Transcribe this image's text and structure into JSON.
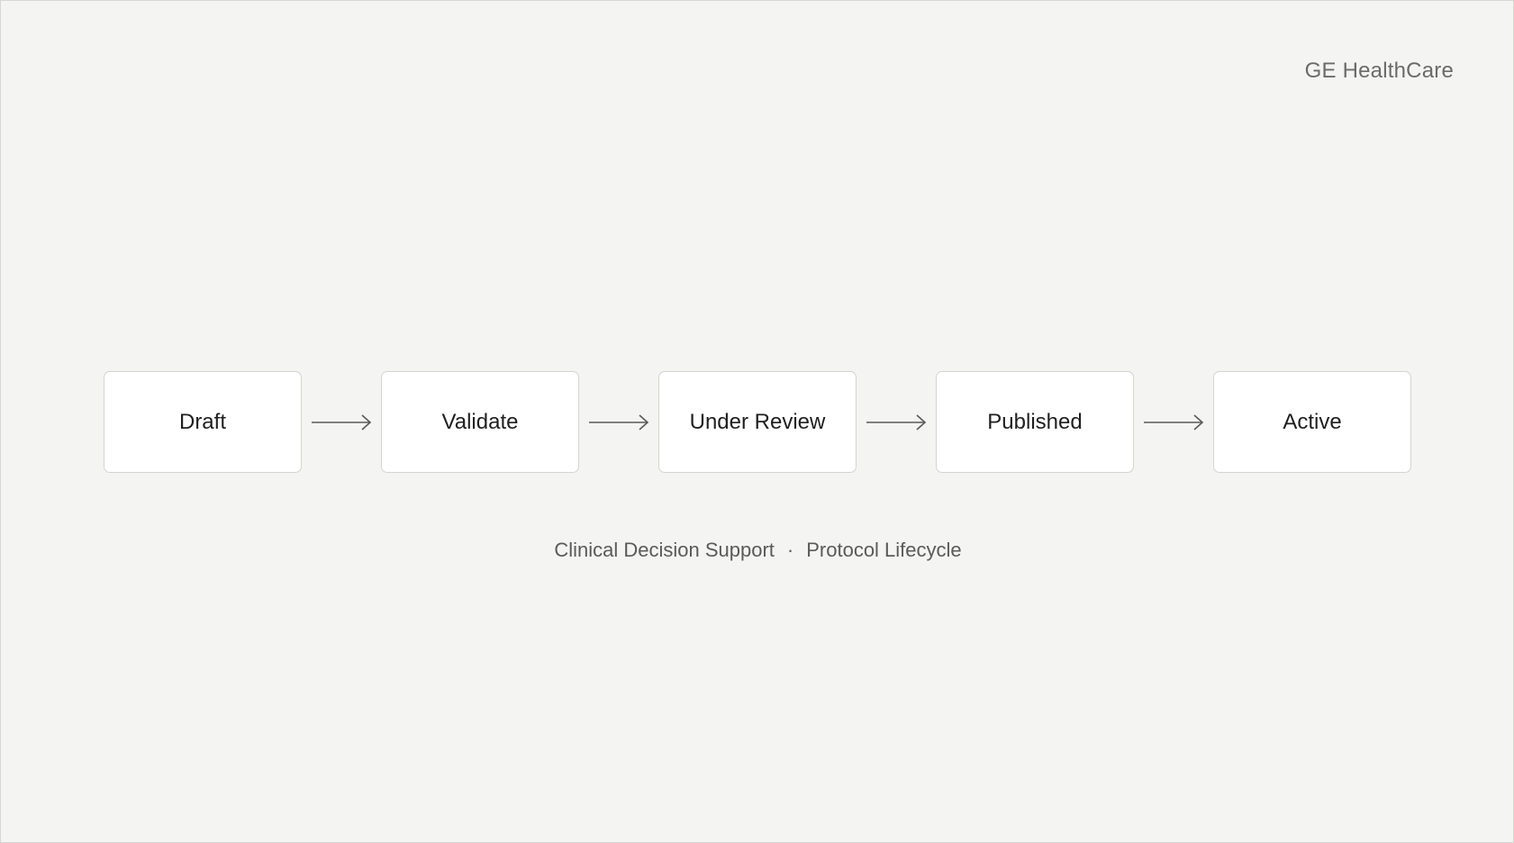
{
  "brand": "GE HealthCare",
  "steps": [
    {
      "label": "Draft"
    },
    {
      "label": "Validate"
    },
    {
      "label": "Under Review"
    },
    {
      "label": "Published"
    },
    {
      "label": "Active"
    }
  ],
  "caption": {
    "left": "Clinical Decision Support",
    "separator": "·",
    "right": "Protocol Lifecycle"
  },
  "colors": {
    "background": "#f4f4f2",
    "box": "#ffffff",
    "box_border": "#d4d4d2",
    "arrow": "#5a5a5a",
    "text": "#1f1f1f"
  }
}
